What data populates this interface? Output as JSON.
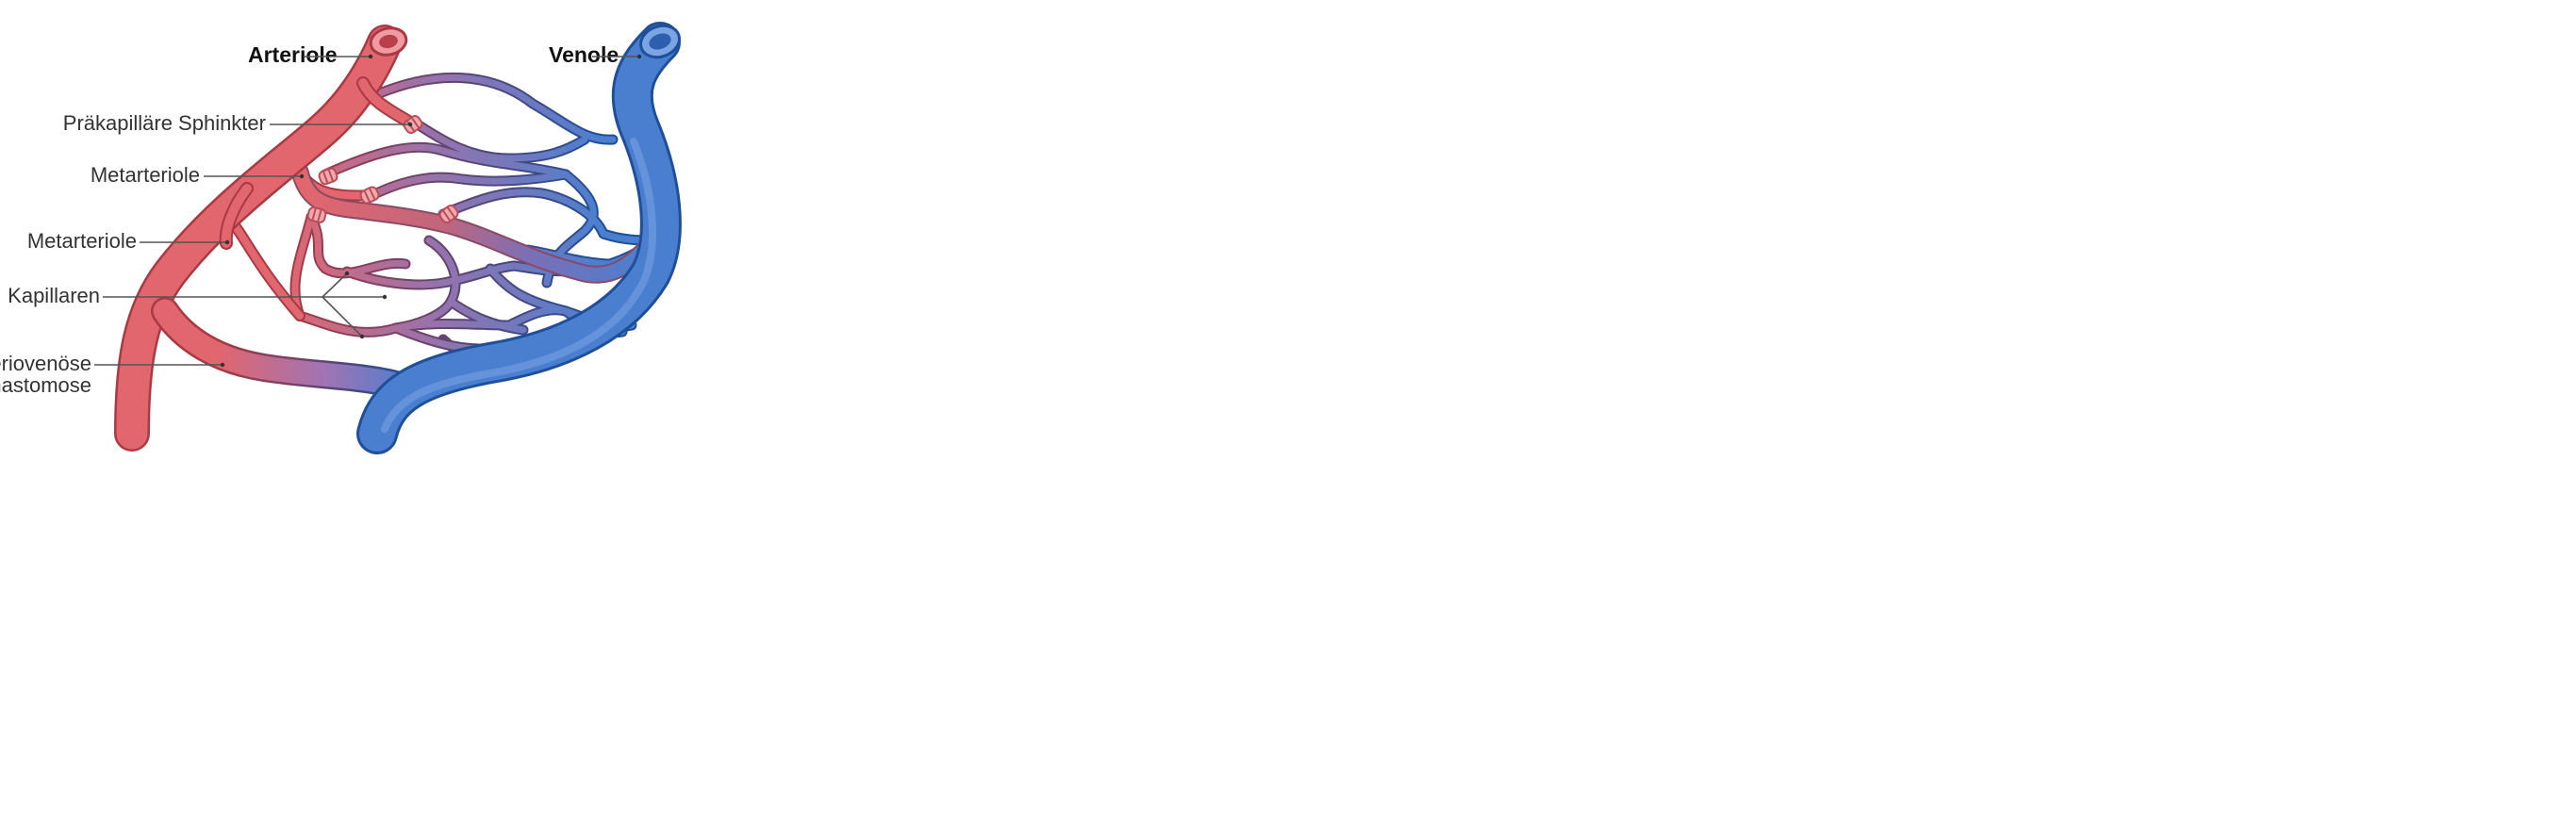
{
  "labels": {
    "arteriole": "Arteriole",
    "venole": "Venole",
    "sphincter": "Präkapilläre Sphinkter",
    "metarteriole_1": "Metarteriole",
    "metarteriole_2": "Metarteriole",
    "kapillaren": "Kapillaren",
    "anastomose_line1": "Arteriovenöse",
    "anastomose_line2": "Anastomose"
  },
  "colors": {
    "artery": "#e2666e",
    "artery_edge": "#a83a44",
    "vein": "#4a7fd0",
    "vein_edge": "#1f4f99",
    "mixed": "#8a6aa8",
    "sphincter": "#f0a6a6"
  }
}
